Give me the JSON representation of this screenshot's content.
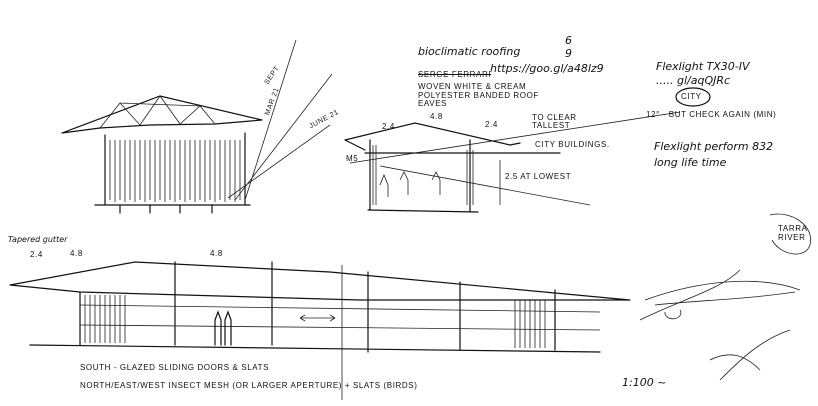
{
  "sketch": {
    "roof_notes": {
      "title": "bioclimatic roofing",
      "num_a": "6",
      "num_b": "9",
      "link": "https://goo.gl/a48lz9",
      "maker": "SERGE FERRARI",
      "material_1": "WOVEN WHITE & CREAM",
      "material_2": "POLYESTER BANDED ROOF",
      "material_3": "EAVES"
    },
    "flexlight": {
      "product": "Flexlight TX30-IV",
      "link": "..... gl/aqQJRc",
      "perform": "Flexlight perform 832",
      "life": "long life time"
    },
    "city_label": "CITY",
    "angle_note": "12° - BUT CHECK AGAIN (MIN)",
    "clear_1": "TO CLEAR",
    "clear_2": "TALLEST",
    "city_buildings": "CITY BUILDINGS.",
    "lowest": "2.5 AT LOWEST",
    "section_dims": [
      "2.4",
      "4.8",
      "2.4"
    ],
    "m5": "M5",
    "sun_angles": [
      "JUNE 21",
      "MAR 21",
      "SEPT"
    ],
    "river": [
      "TARRA",
      "RIVER"
    ],
    "gutter": "Tapered gutter",
    "elevation_dims": [
      "2.4",
      "4.8",
      "4.8"
    ],
    "south_note": "SOUTH - GLAZED SLIDING DOORS & SLATS",
    "north_note": "NORTH/EAST/WEST INSECT MESH (OR LARGER APERTURE) + SLATS (BIRDS)",
    "scale": "1:100 ~"
  }
}
